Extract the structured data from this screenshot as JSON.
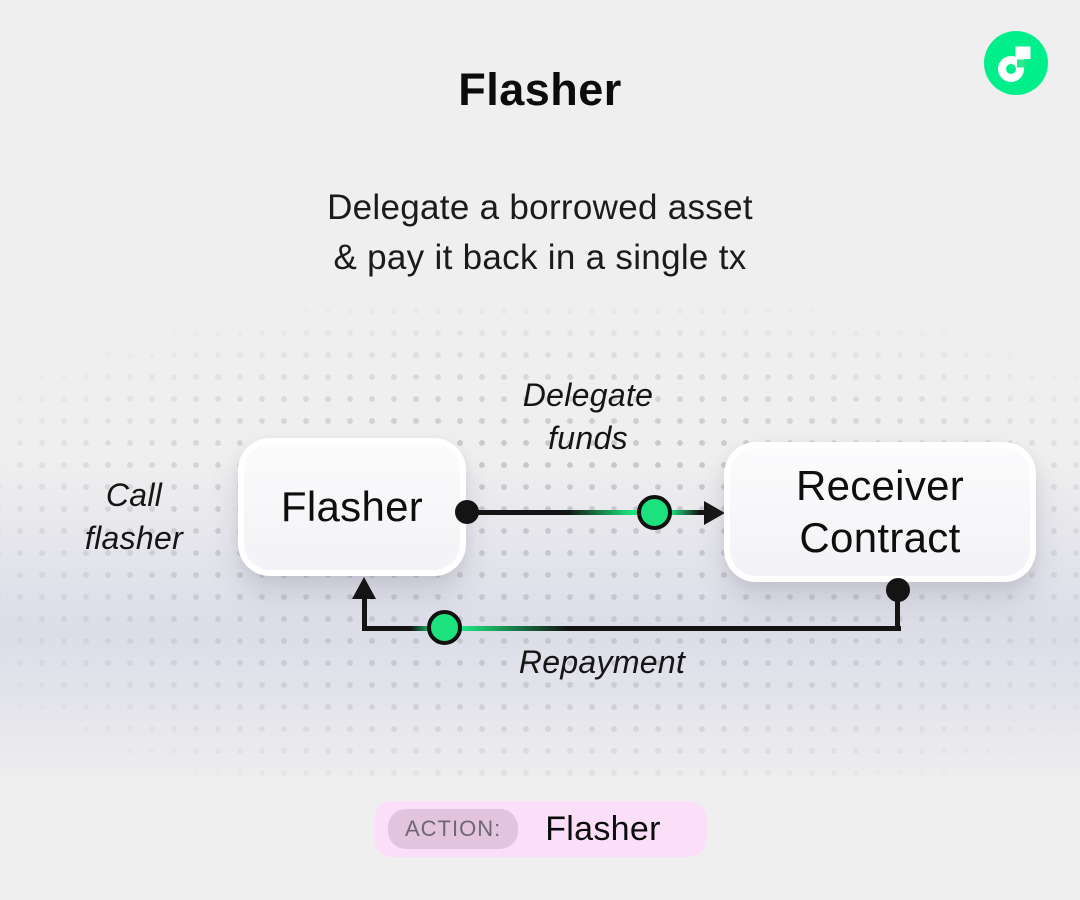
{
  "colors": {
    "background": "#EFEFEF",
    "accent_green_logo": "#00EF8B",
    "node_green": "#1CE27D",
    "connector_ink": "#141414",
    "badge_bg": "#FBDFF9",
    "badge_pill_bg": "#E3C4DE",
    "badge_pill_text": "#6F6775"
  },
  "header": {
    "title": "Flasher",
    "subtitle_line1": "Delegate a borrowed asset",
    "subtitle_line2": "& pay it back in a single tx"
  },
  "diagram": {
    "call_label_line1": "Call",
    "call_label_line2": "flasher",
    "flasher_box_label": "Flasher",
    "delegate_label_line1": "Delegate",
    "delegate_label_line2": "funds",
    "receiver_box_line1": "Receiver",
    "receiver_box_line2": "Contract",
    "repayment_label": "Repayment"
  },
  "action_badge": {
    "label": "ACTION:",
    "value": "Flasher"
  }
}
